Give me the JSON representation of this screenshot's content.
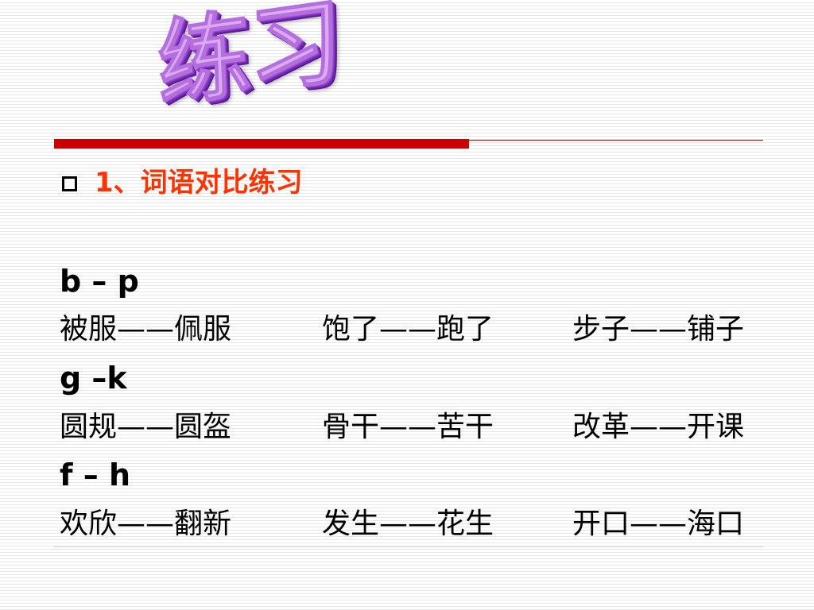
{
  "title": "练习",
  "heading": "1、词语对比练习",
  "groups": [
    {
      "label": " b – p",
      "words": [
        "被服——佩服",
        "饱了——跑了",
        "步子——铺子"
      ]
    },
    {
      "label": "g –k",
      "words": [
        "圆规——圆盔",
        "骨干——苦干",
        "改革——开课"
      ]
    },
    {
      "label": " f – h",
      "words": [
        "欢欣——翻新",
        "发生——花生",
        "开口——海口"
      ]
    }
  ],
  "colors": {
    "title": "#dcaaf0",
    "title_shadow": "#6420a0",
    "divider": "#cc0000",
    "heading": "#ff3300",
    "text": "#000000"
  }
}
